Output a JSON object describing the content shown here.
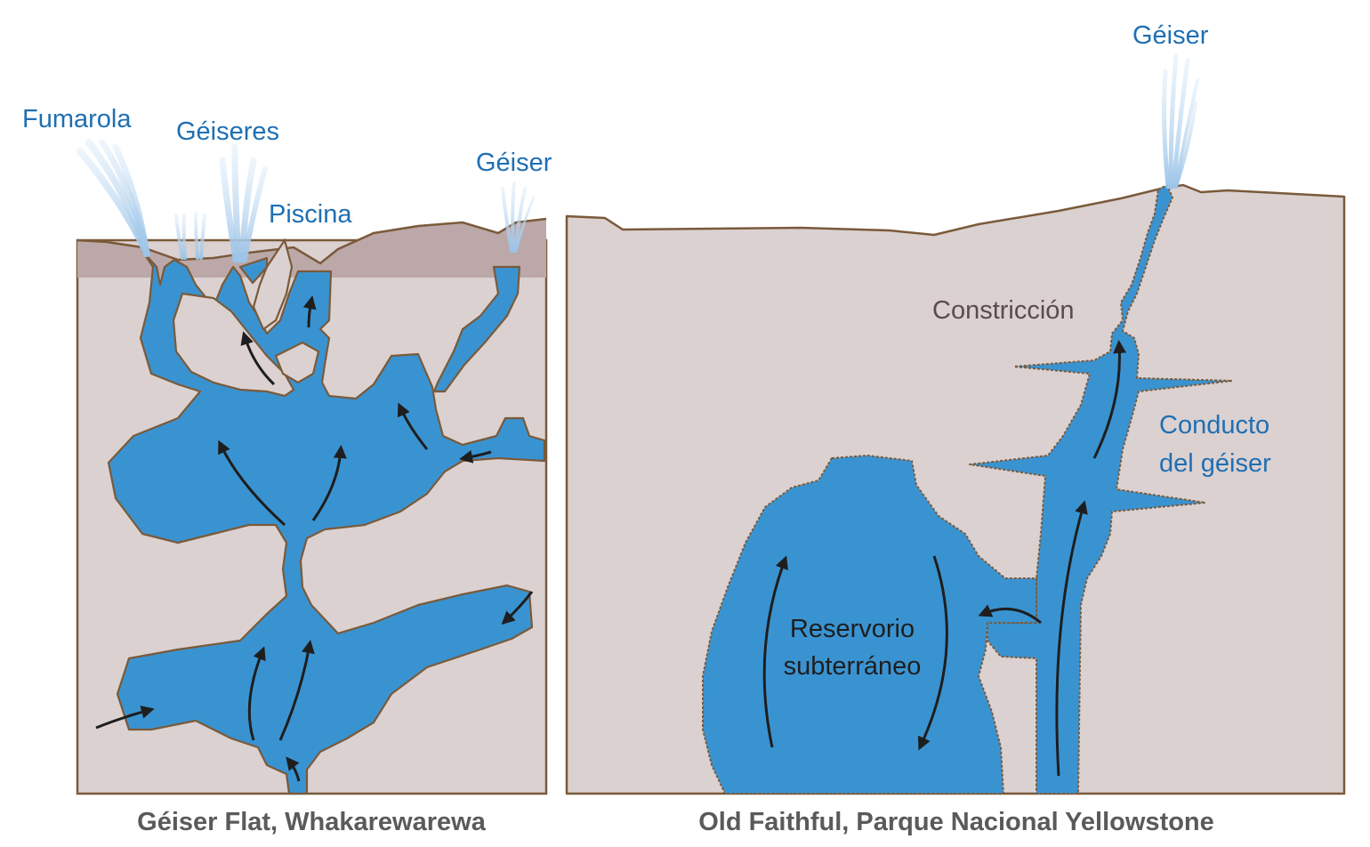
{
  "colors": {
    "water": "#3a93d1",
    "rock_light": "#dbd1d1",
    "rock_dark": "#bca8a8",
    "outline": "#7a5a3a",
    "label_blue": "#1f6fb2",
    "label_dark": "#1e1e1e",
    "label_brown": "#5c4a4e",
    "caption": "#5a5a5a"
  },
  "left_panel": {
    "labels": {
      "fumarola": "Fumarola",
      "geiseres": "Géiseres",
      "piscina": "Piscina",
      "geiser": "Géiser"
    },
    "caption": "Géiser Flat, Whakarewarewa"
  },
  "right_panel": {
    "labels": {
      "geiser": "Géiser",
      "constriccion": "Constricción",
      "conducto_line1": "Conducto",
      "conducto_line2": "del géiser",
      "reservorio_line1": "Reservorio",
      "reservorio_line2": "subterráneo"
    },
    "caption": "Old Faithful, Parque Nacional Yellowstone"
  }
}
